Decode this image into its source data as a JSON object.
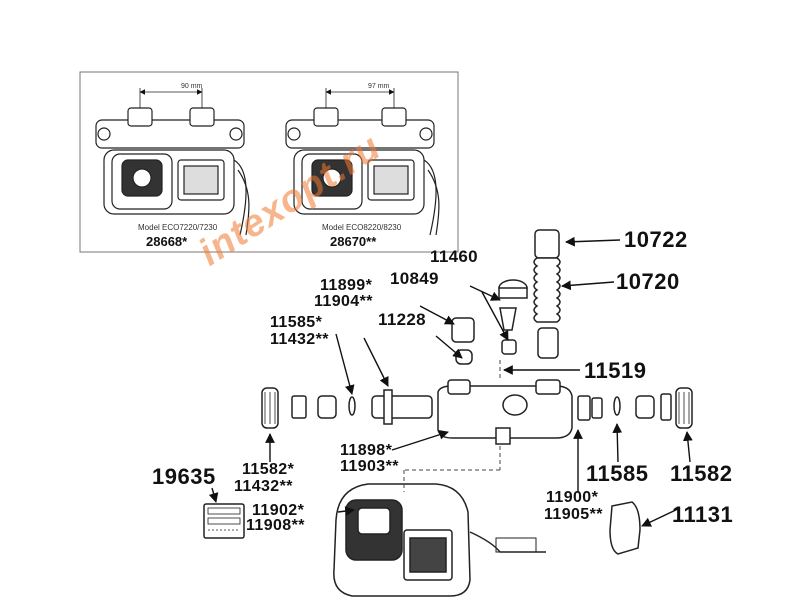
{
  "inset": {
    "left": {
      "dimension": "90 mm",
      "model": "Model ECO7220/7230",
      "code": "28668*"
    },
    "right": {
      "dimension": "97 mm",
      "model": "Model ECO8220/8230",
      "code": "28670**"
    }
  },
  "watermark": "intexopt.ru",
  "parts": {
    "p10722": "10722",
    "p10720": "10720",
    "p11460": "11460",
    "p10849": "10849",
    "p11899": "11899*",
    "p11904": "11904**",
    "p11228": "11228",
    "p11585a": "11585*",
    "p11432a": "11432**",
    "p11519": "11519",
    "p11898": "11898*",
    "p11903": "11903**",
    "p11582a": "11582*",
    "p11432b": "11432**",
    "p19635": "19635",
    "p11902": "11902*",
    "p11908": "11908**",
    "p11585b": "11585",
    "p11582b": "11582",
    "p11900": "11900*",
    "p11905": "11905**",
    "p11131": "11131"
  },
  "colors": {
    "line": "#222222",
    "watermark": "#f07832"
  }
}
